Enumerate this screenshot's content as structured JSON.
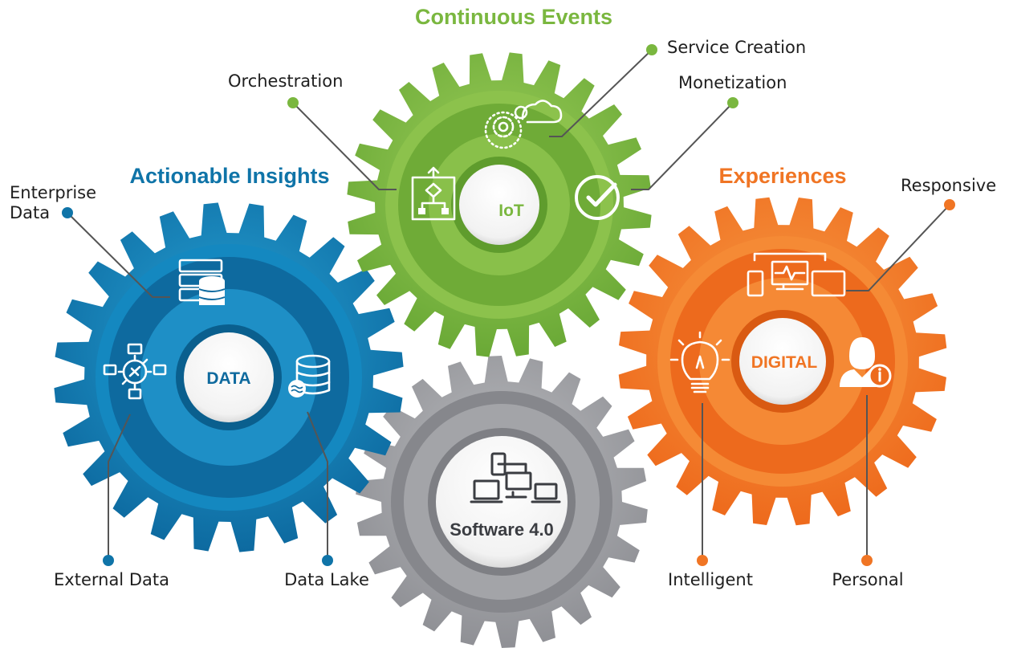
{
  "colors": {
    "data": "#0f74a8",
    "iot": "#7ab73f",
    "digital": "#f07524",
    "software": "#9a9ba0",
    "line": "#555555",
    "text": "#1f1f1f"
  },
  "headings": {
    "continuous_events": "Continuous Events",
    "actionable_insights": "Actionable Insights",
    "experiences": "Experiences"
  },
  "gears": {
    "data": {
      "center_label": "DATA"
    },
    "iot": {
      "center_label": "IoT"
    },
    "digital": {
      "center_label": "DIGITAL"
    },
    "software": {
      "center_label": "Software 4.0"
    }
  },
  "callouts": {
    "service_creation": "Service Creation",
    "orchestration": "Orchestration",
    "monetization": "Monetization",
    "enterprise_data_line1": "Enterprise",
    "enterprise_data_line2": "Data",
    "responsive": "Responsive",
    "external_data": "External Data",
    "data_lake": "Data Lake",
    "intelligent": "Intelligent",
    "personal": "Personal"
  },
  "icons": {
    "iot": [
      "cloud-gear-icon",
      "workflow-icon",
      "checkmark-icon"
    ],
    "data": [
      "server-database-icon",
      "network-hub-icon",
      "data-lake-icon"
    ],
    "digital": [
      "devices-icon",
      "lightbulb-icon",
      "person-info-icon"
    ],
    "software": [
      "multi-device-icon"
    ]
  }
}
